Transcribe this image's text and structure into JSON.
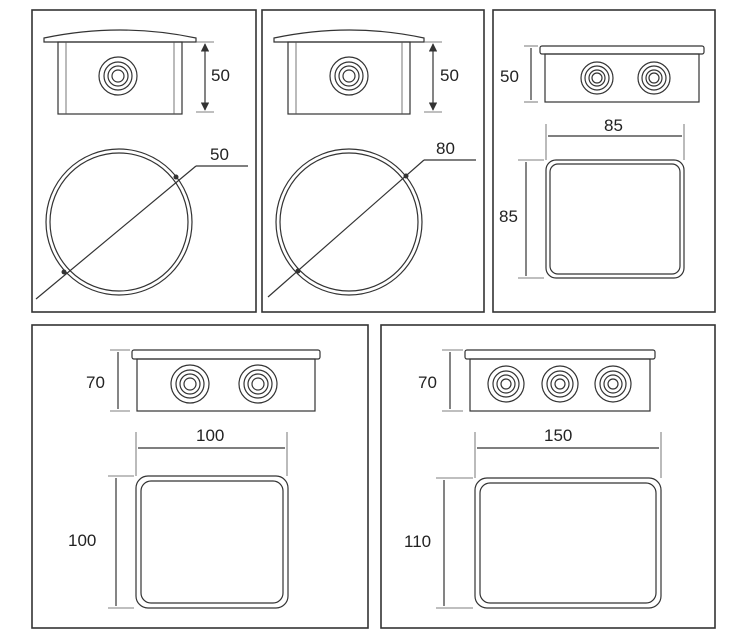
{
  "panels": [
    {
      "id": "round-50x50",
      "height_label": "50",
      "diameter_label": "50",
      "glands": 1
    },
    {
      "id": "round-80x50",
      "height_label": "50",
      "diameter_label": "80",
      "glands": 1
    },
    {
      "id": "square-85x85x50",
      "height_label": "50",
      "width_label": "85",
      "depth_label": "85",
      "glands": 2
    },
    {
      "id": "square-100x100x70",
      "height_label": "70",
      "width_label": "100",
      "depth_label": "100",
      "glands": 2
    },
    {
      "id": "rect-150x110x70",
      "height_label": "70",
      "width_label": "150",
      "depth_label": "110",
      "glands": 3
    }
  ],
  "colors": {
    "stroke": "#333333",
    "background": "#ffffff"
  }
}
